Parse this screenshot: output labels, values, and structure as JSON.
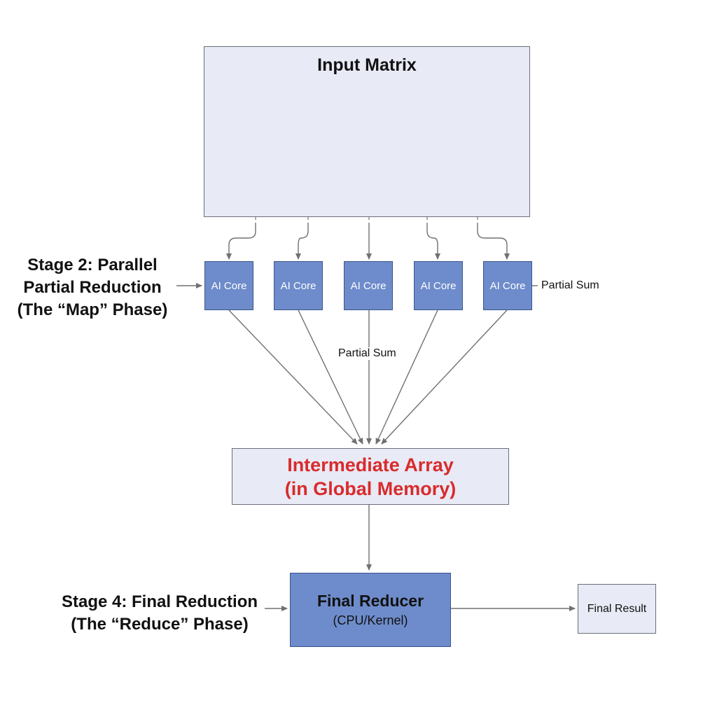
{
  "input_matrix": {
    "title": "Input Matrix"
  },
  "cores": [
    {
      "label": "AI Core"
    },
    {
      "label": "AI Core"
    },
    {
      "label": "AI Core"
    },
    {
      "label": "AI Core"
    },
    {
      "label": "AI Core"
    }
  ],
  "partial_sum_labels": [
    "Partial Sum",
    "Partial Sum"
  ],
  "intermediate": {
    "line1": "Intermediate Array",
    "line2": "(in Global Memory)"
  },
  "reducer": {
    "title": "Final Reducer",
    "subtitle": "(CPU/Kernel)"
  },
  "result": {
    "label": "Final Result"
  },
  "stage2": {
    "line1": "Stage 2: Parallel",
    "line2": "Partial Reduction",
    "line3": "(The “Map” Phase)"
  },
  "stage4": {
    "line1": "Stage 4: Final Reduction",
    "line2": "(The “Reduce” Phase)"
  },
  "colors": {
    "box_fill": "#e8eaf6",
    "core_fill": "#6e8ccb",
    "highlight_text": "#d92b2b",
    "arrow": "#707070"
  }
}
